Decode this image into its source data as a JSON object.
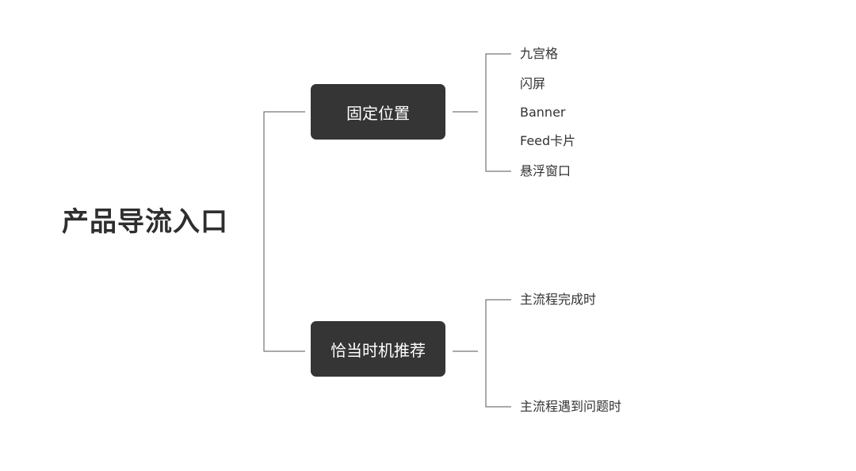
{
  "root": {
    "label": "产品导流入口"
  },
  "branches": [
    {
      "label": "固定位置",
      "children": [
        "九宫格",
        "闪屏",
        "Banner",
        "Feed卡片",
        "悬浮窗口"
      ]
    },
    {
      "label": "恰当时机推荐",
      "children": [
        "主流程完成时",
        "主流程遇到问题时"
      ]
    }
  ],
  "colors": {
    "box_fill": "#353535",
    "box_text": "#ffffff",
    "line": "#555555",
    "text": "#333333"
  }
}
